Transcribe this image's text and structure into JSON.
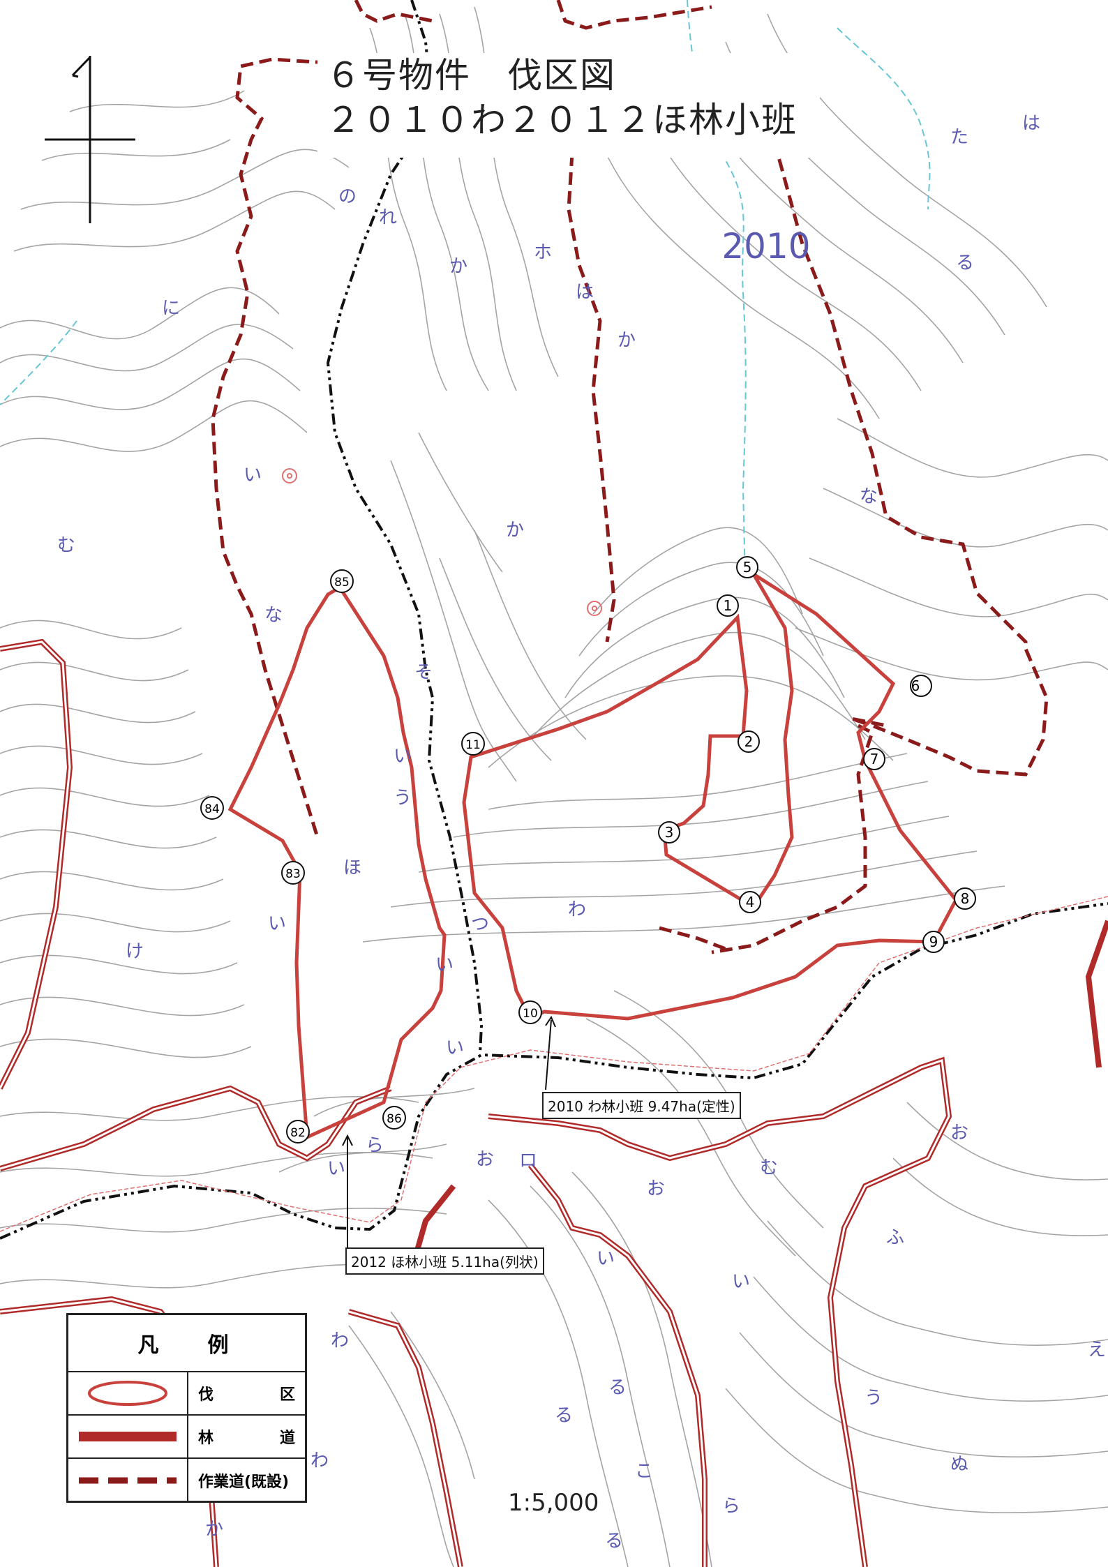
{
  "title": {
    "line1": "６号物件　伐区図",
    "line2": "２０１０わ２０１２ほ林小班"
  },
  "compartment_label": "2010",
  "callouts": {
    "wa": "2010 わ林小班  9.47ha(定性)",
    "ho": "2012 ほ林小班  5.11ha(列状)"
  },
  "points_wa": [
    "1",
    "2",
    "3",
    "4",
    "5",
    "6",
    "7",
    "8",
    "9",
    "10",
    "11"
  ],
  "points_ho": [
    "82",
    "83",
    "84",
    "85",
    "86"
  ],
  "map_labels": [
    "の",
    "れ",
    "か",
    "ホ",
    "は",
    "か",
    "に",
    "い",
    "か",
    "む",
    "な",
    "そ",
    "い",
    "う",
    "ほ",
    "い",
    "つ",
    "い",
    "わ",
    "け",
    "い",
    "ら",
    "い",
    "お",
    "ロ",
    "お",
    "む",
    "い",
    "い",
    "ふ",
    "お",
    "な",
    "た",
    "は",
    "る",
    "わ",
    "る",
    "る",
    "う",
    "こ",
    "ら",
    "ぬ",
    "え",
    "わ",
    "る",
    "か"
  ],
  "legend": {
    "title": "凡例",
    "items": [
      {
        "left": "伐",
        "right": "区"
      },
      {
        "left": "林",
        "right": "道"
      },
      {
        "left": "作業道(既設)",
        "right": ""
      }
    ]
  },
  "scale": "1:5,000",
  "colors": {
    "cutting_area": "#c8413c",
    "forest_road": "#b12a2a",
    "work_road": "#8b1a1a",
    "contour": "#9a9a9a",
    "boundary": "#111111",
    "stream": "#66c6d6",
    "label_blue": "#5a5ab0"
  }
}
